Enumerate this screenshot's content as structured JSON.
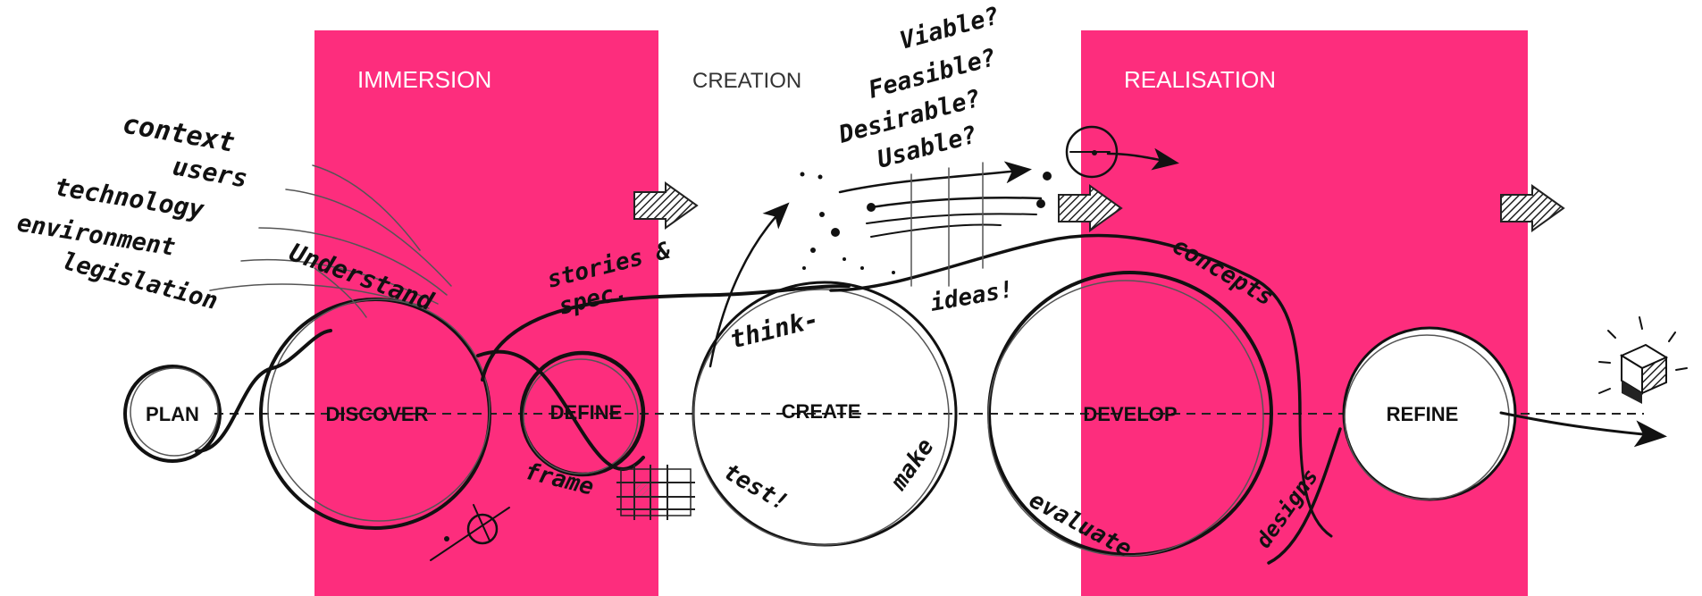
{
  "phases": [
    {
      "label": "IMMERSION",
      "highlight": true
    },
    {
      "label": "CREATION",
      "highlight": false
    },
    {
      "label": "REALISATION",
      "highlight": true
    }
  ],
  "stages": [
    "PLAN",
    "DISCOVER",
    "DEFINE",
    "CREATE",
    "DEVELOP",
    "REFINE"
  ],
  "inputs": [
    "context",
    "users",
    "technology",
    "environment",
    "legislation"
  ],
  "questions": [
    "Viable?",
    "Feasible?",
    "Desirable?",
    "Usable?"
  ],
  "annotations": {
    "understand": "Understand",
    "stories": "stories &",
    "spec": "spec.",
    "frame": "frame",
    "think": "think-",
    "ideas": "ideas!",
    "test": "test!",
    "make": "make",
    "concepts": "concepts",
    "evaluate": "evaluate",
    "designs": "designs"
  },
  "colors": {
    "highlight": "#fd2d7d",
    "ink": "#111111",
    "phase_text_on_highlight": "#ffffff",
    "phase_text_plain": "#333333"
  }
}
